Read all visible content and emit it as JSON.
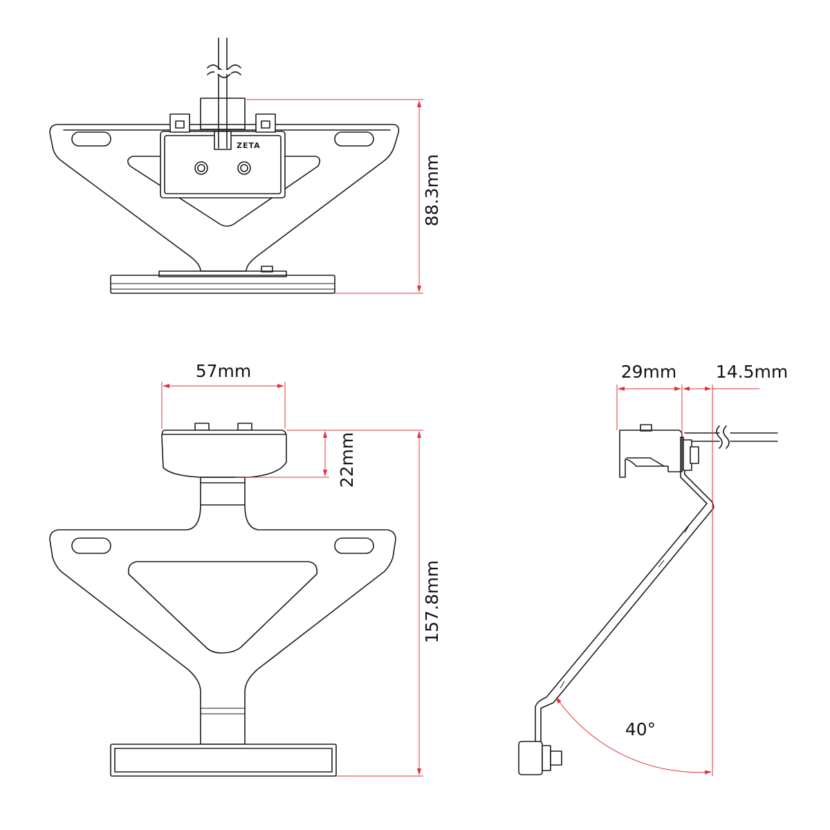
{
  "views": {
    "top": {
      "logo": "ZETA"
    },
    "front": {},
    "side": {}
  },
  "dimensions": {
    "top_height": "88.3mm",
    "front_width": "57mm",
    "front_light_height": "22mm",
    "front_height": "157.8mm",
    "side_depth": "29mm",
    "side_offset": "14.5mm",
    "side_angle": "40°"
  },
  "colors": {
    "dimension_lines": "#e0303a",
    "outline": "#1a1a1a",
    "background": "#ffffff"
  }
}
